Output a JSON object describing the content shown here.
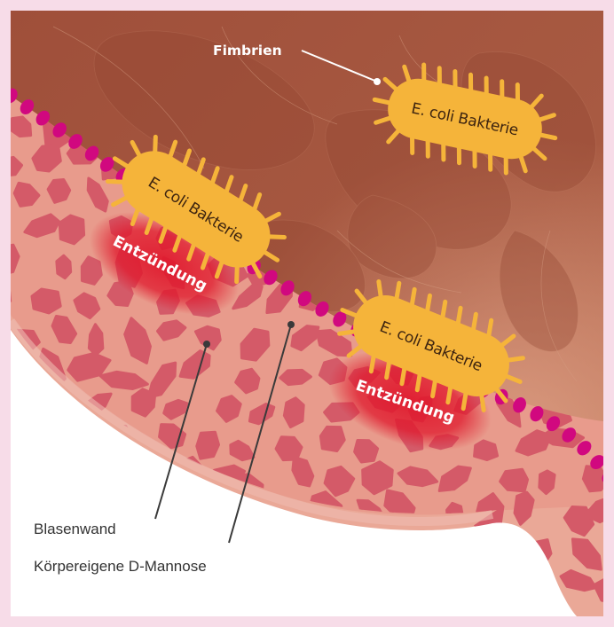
{
  "colors": {
    "frame": "#f7dce8",
    "bladder_interior": "#a9583f",
    "bladder_wall": "#e89b8c",
    "wall_cells": "#d45a68",
    "inflammation": "#e0192d",
    "mannose_beads": "#d1087f",
    "bacteria": "#f5b43a"
  },
  "labels": {
    "fimbrien": "Fimbrien",
    "blasenwand": "Blasenwand",
    "mannose": "Körpereigene D-Mannose"
  },
  "bacteria": [
    {
      "label": "E. coli Bakterie"
    },
    {
      "label": "E. coli Bakterie"
    },
    {
      "label": "E. coli Bakterie"
    }
  ],
  "inflammation": [
    {
      "label": "Entzündung"
    },
    {
      "label": "Entzündung"
    }
  ]
}
